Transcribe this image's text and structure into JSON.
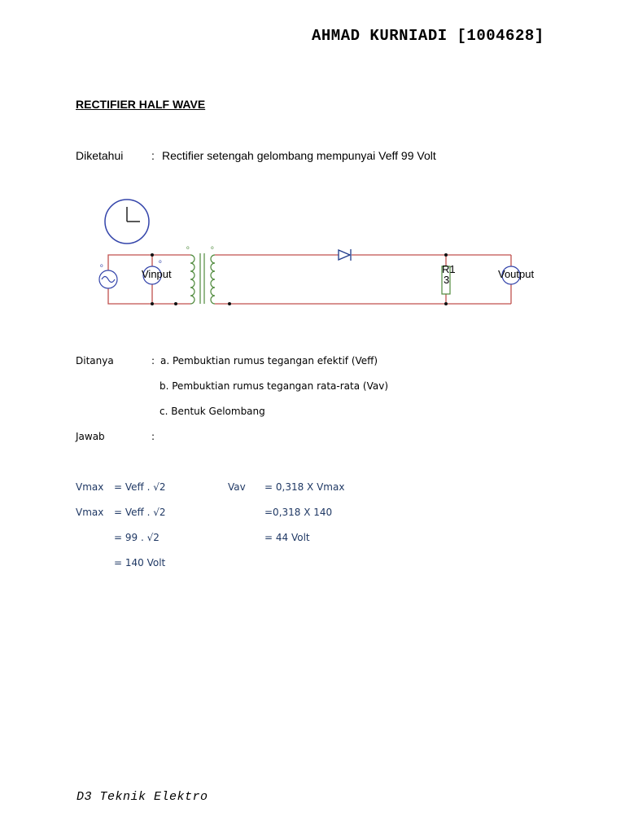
{
  "header": {
    "author": "AHMAD KURNIADI [1004628]"
  },
  "title": "RECTIFIER HALF WAVE",
  "diketahui": {
    "label": "Diketahui",
    "colon": ":",
    "text": "Rectifier setengah gelombang mempunyai Veff 99 Volt"
  },
  "circuit": {
    "vinput_label": "Vinput",
    "voutput_label": "Voutput",
    "resistor_name": "R1",
    "resistor_value": "3",
    "colors": {
      "wire": "#c0504d",
      "transformer": "#4f8a3c",
      "meter": "#3344aa",
      "diode": "#1f3a8a"
    }
  },
  "ditanya": {
    "label": "Ditanya",
    "colon": ":",
    "items": [
      "a.  Pembuktian rumus tegangan efektif (Veff)",
      "b. Pembuktian rumus tegangan rata-rata (Vav)",
      "c. Bentuk Gelombang"
    ]
  },
  "jawab": {
    "label": "Jawab",
    "colon": ":"
  },
  "calc": {
    "left": {
      "r1_label": "Vmax",
      "r1_eq": "= Veff .  √2",
      "r2_label": "Vmax",
      "r2_eq": "=  Veff . √2",
      "r3_eq": "= 99 . √2",
      "r4_eq": "= 140 Volt"
    },
    "right": {
      "r1_label": "Vav",
      "r1_eq": "= 0,318 X Vmax",
      "r2_eq": "=0,318 X 140",
      "r3_eq": "= 44 Volt"
    }
  },
  "footer": "D3 Teknik Elektro"
}
